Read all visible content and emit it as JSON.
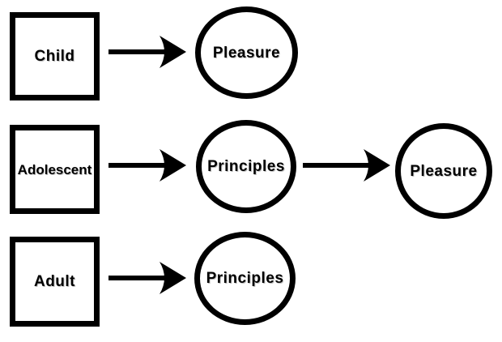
{
  "diagram": {
    "background": "#ffffff",
    "stroke_color": "#000000",
    "text_color": "#000000",
    "rows": [
      {
        "source": {
          "label": "Child",
          "shape": "square"
        },
        "targets": [
          {
            "label": "Pleasure",
            "shape": "circle"
          }
        ]
      },
      {
        "source": {
          "label": "Adolescent",
          "shape": "square"
        },
        "targets": [
          {
            "label": "Principles",
            "shape": "circle"
          },
          {
            "label": "Pleasure",
            "shape": "circle"
          }
        ]
      },
      {
        "source": {
          "label": "Adult",
          "shape": "square"
        },
        "targets": [
          {
            "label": "Principles",
            "shape": "circle"
          }
        ]
      }
    ]
  }
}
